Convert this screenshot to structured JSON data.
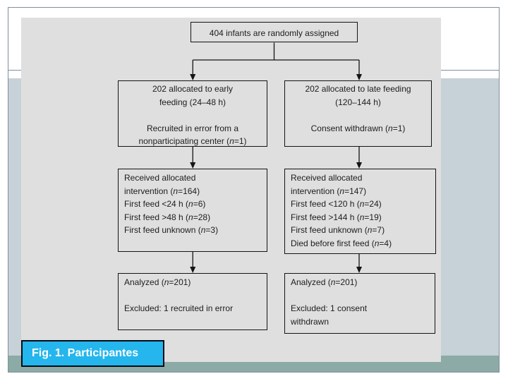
{
  "colors": {
    "caption_bg": "#24b6ec",
    "caption_text": "#ffffff",
    "teal_band": "#8caaa6",
    "panel_bg": "#c7d1d8",
    "figure_bg": "#dfdfdf",
    "frame_border": "#7f909a",
    "box_border": "#141414",
    "box_text": "#1d1d1d"
  },
  "caption": {
    "label": "Fig. 1. Participantes"
  },
  "flowchart": {
    "assigned": {
      "lines": [
        [
          "404 infants are randomly assigned"
        ]
      ]
    },
    "early": {
      "allocation": {
        "lines": [
          [
            "202 allocated to early"
          ],
          [
            "feeding (24–48 h)"
          ],
          [],
          [
            "Recruited in error from a"
          ],
          [
            "nonparticipating center (",
            {
              "t": "n",
              "i": true
            },
            "=1)"
          ]
        ]
      },
      "received": {
        "lines": [
          [
            "Received allocated"
          ],
          [
            "intervention (",
            {
              "t": "n",
              "i": true
            },
            "=164)"
          ],
          [
            "First feed <24 h (",
            {
              "t": "n",
              "i": true
            },
            "=6)"
          ],
          [
            "First feed >48 h (",
            {
              "t": "n",
              "i": true
            },
            "=28)"
          ],
          [
            "First feed unknown (",
            {
              "t": "n",
              "i": true
            },
            "=3)"
          ]
        ]
      },
      "analyzed": {
        "lines": [
          [
            "Analyzed (",
            {
              "t": "n",
              "i": true
            },
            "=201)"
          ],
          [],
          [
            "Excluded: 1 recruited in error"
          ]
        ]
      }
    },
    "late": {
      "allocation": {
        "lines": [
          [
            "202 allocated to late feeding"
          ],
          [
            "(120–144 h)"
          ],
          [],
          [
            "Consent withdrawn (",
            {
              "t": "n",
              "i": true
            },
            "=1)"
          ]
        ]
      },
      "received": {
        "lines": [
          [
            "Received allocated"
          ],
          [
            "intervention (",
            {
              "t": "n",
              "i": true
            },
            "=147)"
          ],
          [
            "First feed <120 h (",
            {
              "t": "n",
              "i": true
            },
            "=24)"
          ],
          [
            "First feed >144 h (",
            {
              "t": "n",
              "i": true
            },
            "=19)"
          ],
          [
            "First feed unknown (",
            {
              "t": "n",
              "i": true
            },
            "=7)"
          ],
          [
            "Died before first feed (",
            {
              "t": "n",
              "i": true
            },
            "=4)"
          ]
        ]
      },
      "analyzed": {
        "lines": [
          [
            "Analyzed (",
            {
              "t": "n",
              "i": true
            },
            "=201)"
          ],
          [],
          [
            "Excluded: 1 consent"
          ],
          [
            "withdrawn"
          ]
        ]
      }
    }
  }
}
